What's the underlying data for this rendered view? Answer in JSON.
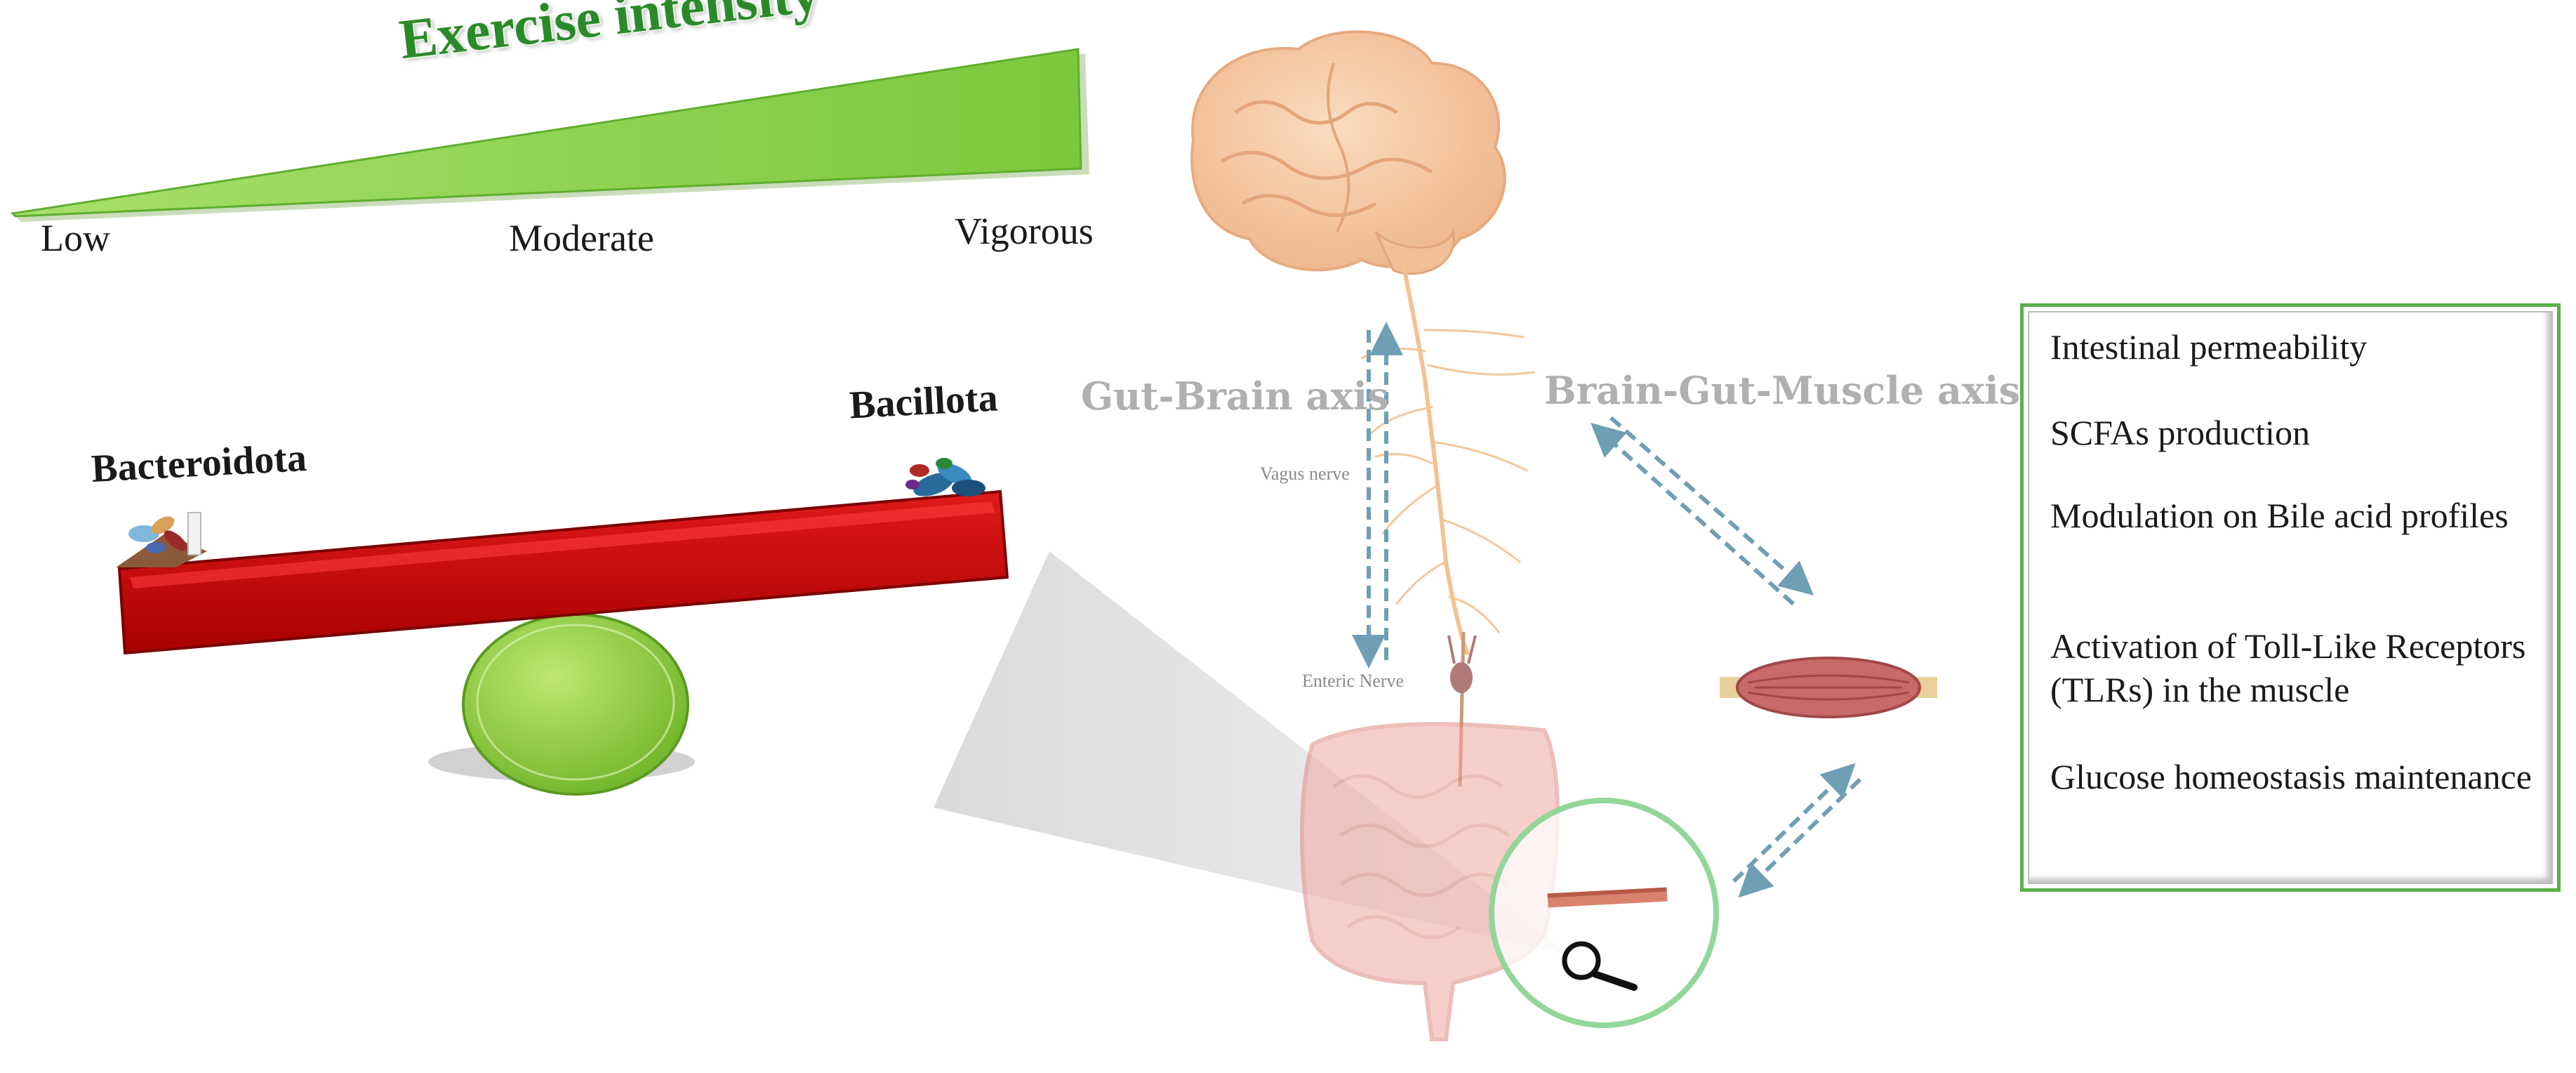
{
  "intensity": {
    "title": "Exercise intensity",
    "levels": [
      "Low",
      "Moderate",
      "Vigorous"
    ]
  },
  "balance": {
    "left_label": "Bacteroidota",
    "right_label": "Bacillota"
  },
  "axes": {
    "gut_brain": "Gut-Brain axis",
    "brain_gut_muscle": "Brain-Gut-Muscle axis",
    "vagus": "Vagus nerve",
    "enteric": "Enteric Nerve"
  },
  "effects": [
    "Intestinal permeability",
    "SCFAs production",
    "Modulation on Bile acid profiles",
    "Activation of Toll-Like Receptors (TLRs) in the muscle",
    "Glucose homeostasis maintenance"
  ],
  "colors": {
    "wedge": "#8fd44f",
    "title": "#2a8a2a",
    "seesaw": "#cc0a0a",
    "fulcrum": "#8dcf3a",
    "arrow": "#6f9fb5",
    "box_border": "#5ab04a",
    "brain": "#f6c9a4",
    "nerve": "#f2c291",
    "intestine": "#f2a8a0",
    "muscle": "#c96a6a"
  },
  "icons": [
    "magnifier-icon",
    "bacteria-icon"
  ]
}
